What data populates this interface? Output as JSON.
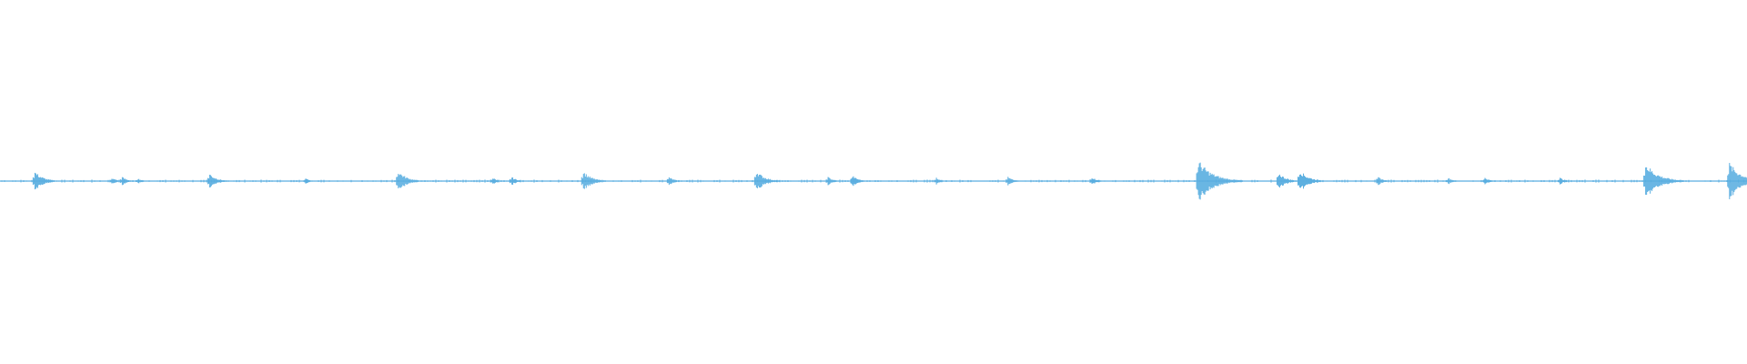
{
  "waveform": {
    "color": "#5aaee0",
    "baseline_color": "#5aaee0",
    "background": "#ffffff",
    "events": [
      {
        "pos": 0.02,
        "amp": 0.028
      },
      {
        "pos": 0.064,
        "amp": 0.01
      },
      {
        "pos": 0.07,
        "amp": 0.012
      },
      {
        "pos": 0.079,
        "amp": 0.008
      },
      {
        "pos": 0.12,
        "amp": 0.022
      },
      {
        "pos": 0.175,
        "amp": 0.008
      },
      {
        "pos": 0.228,
        "amp": 0.03
      },
      {
        "pos": 0.282,
        "amp": 0.01
      },
      {
        "pos": 0.293,
        "amp": 0.012
      },
      {
        "pos": 0.334,
        "amp": 0.028
      },
      {
        "pos": 0.383,
        "amp": 0.012
      },
      {
        "pos": 0.433,
        "amp": 0.03
      },
      {
        "pos": 0.474,
        "amp": 0.012
      },
      {
        "pos": 0.488,
        "amp": 0.016
      },
      {
        "pos": 0.536,
        "amp": 0.01
      },
      {
        "pos": 0.577,
        "amp": 0.012
      },
      {
        "pos": 0.625,
        "amp": 0.012
      },
      {
        "pos": 0.686,
        "amp": 0.06
      },
      {
        "pos": 0.732,
        "amp": 0.024
      },
      {
        "pos": 0.744,
        "amp": 0.032
      },
      {
        "pos": 0.789,
        "amp": 0.012
      },
      {
        "pos": 0.829,
        "amp": 0.01
      },
      {
        "pos": 0.85,
        "amp": 0.01
      },
      {
        "pos": 0.893,
        "amp": 0.01
      },
      {
        "pos": 0.942,
        "amp": 0.052
      },
      {
        "pos": 0.99,
        "amp": 0.052
      }
    ]
  }
}
